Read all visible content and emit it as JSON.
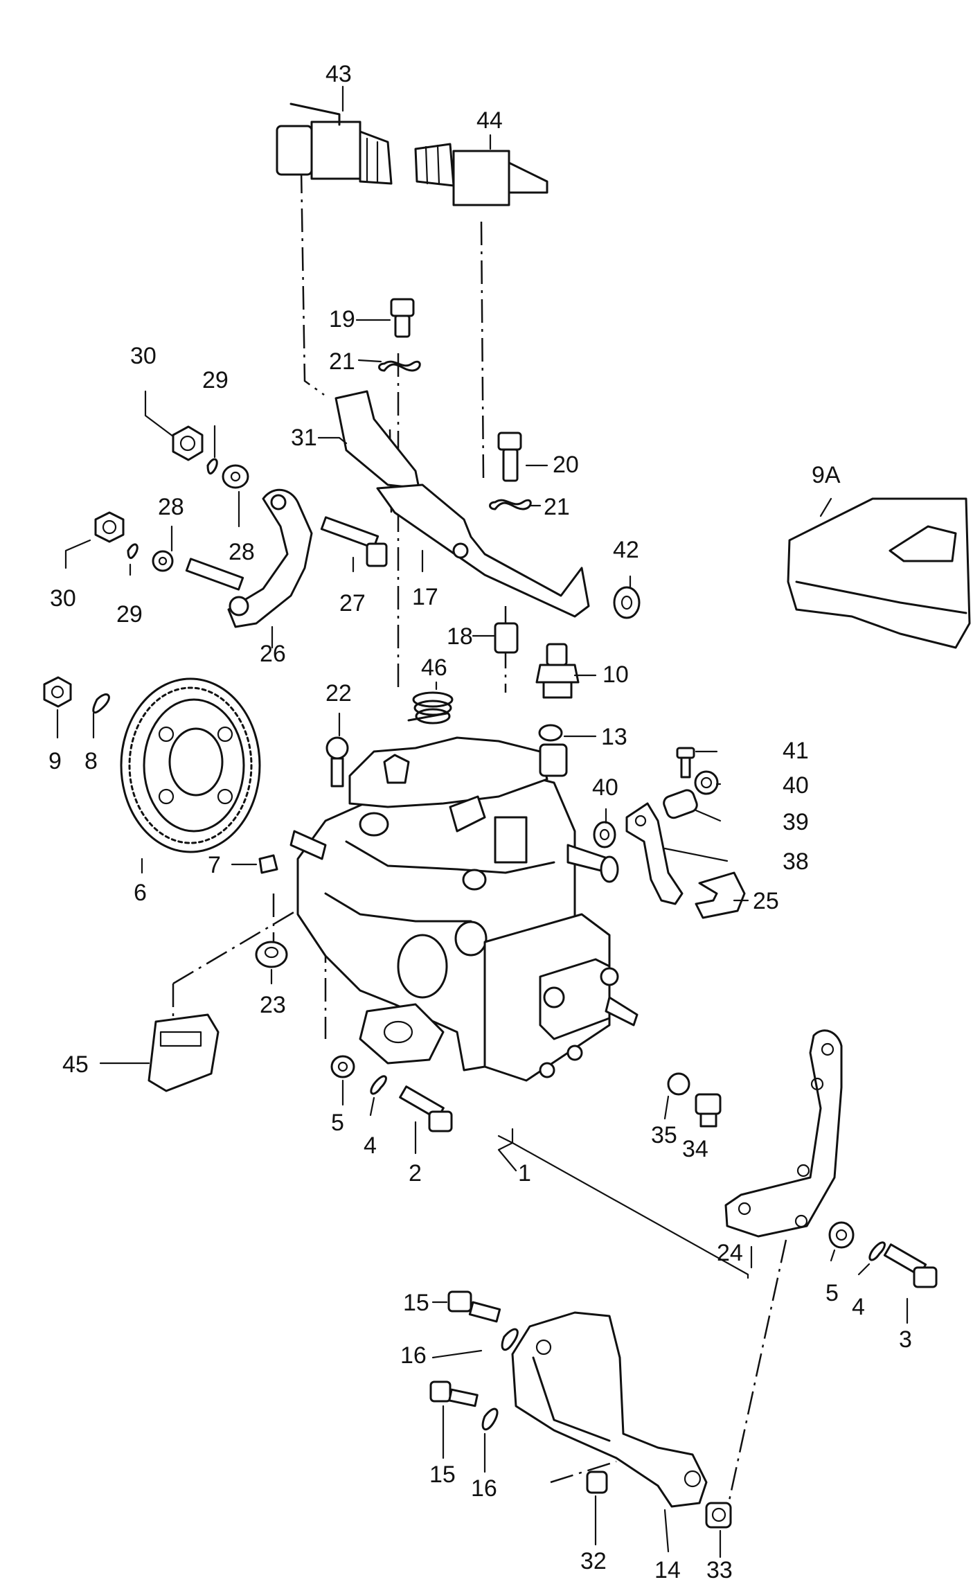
{
  "labels": {
    "l1": "1",
    "l2": "2",
    "l3": "3",
    "l4a": "4",
    "l4b": "4",
    "l5a": "5",
    "l5b": "5",
    "l6": "6",
    "l7": "7",
    "l8": "8",
    "l9": "9",
    "l9a": "9A",
    "l10": "10",
    "l13": "13",
    "l14": "14",
    "l15a": "15",
    "l15b": "15",
    "l16a": "16",
    "l16b": "16",
    "l17": "17",
    "l18": "18",
    "l19": "19",
    "l20": "20",
    "l21a": "21",
    "l21b": "21",
    "l22": "22",
    "l23": "23",
    "l24": "24",
    "l25": "25",
    "l26": "26",
    "l27": "27",
    "l28a": "28",
    "l28b": "28",
    "l29a": "29",
    "l29b": "29",
    "l30a": "30",
    "l30b": "30",
    "l31": "31",
    "l32": "32",
    "l33": "33",
    "l34": "34",
    "l35": "35",
    "l38": "38",
    "l39": "39",
    "l40a": "40",
    "l40b": "40",
    "l41": "41",
    "l42": "42",
    "l43": "43",
    "l44": "44",
    "l45": "45",
    "l46": "46"
  }
}
